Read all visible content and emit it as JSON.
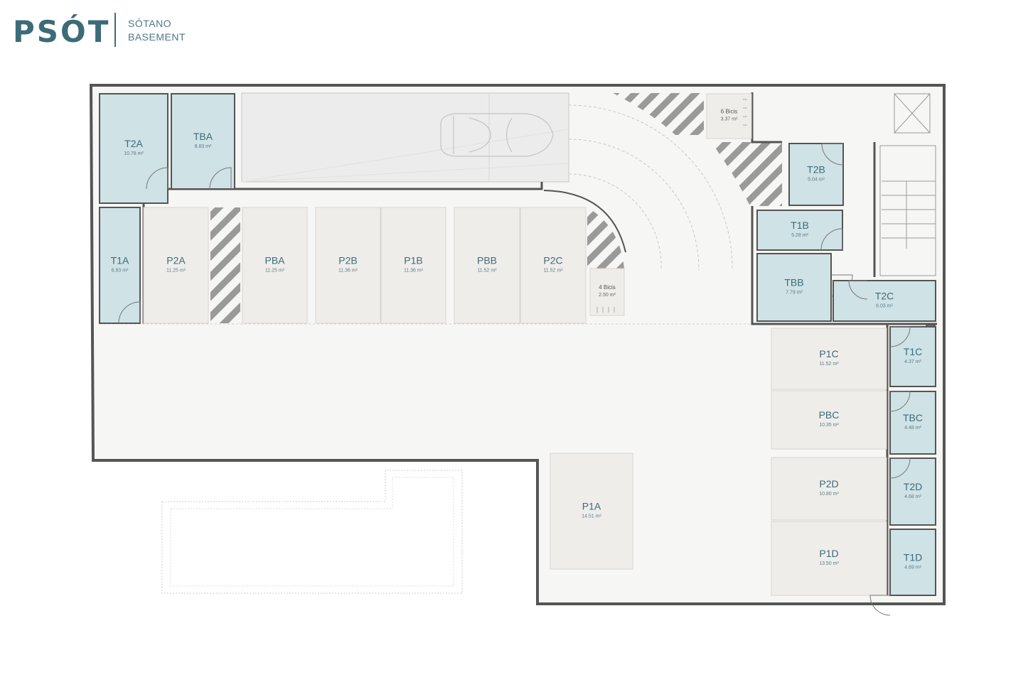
{
  "header": {
    "logo": "PSÓT",
    "subtitle_es": "SÓTANO",
    "subtitle_en": "BASEMENT"
  },
  "colors": {
    "storage": "#cfe2e6",
    "parking": "#efedea",
    "floor": "#f6f6f4",
    "wall": "#555555",
    "text": "#3d6b78"
  },
  "rooms": [
    {
      "id": "t2a",
      "name": "T2A",
      "area": "10.78 m²",
      "type": "storage"
    },
    {
      "id": "tba",
      "name": "TBA",
      "area": "8.83 m²",
      "type": "storage"
    },
    {
      "id": "t1a",
      "name": "T1A",
      "area": "6.83 m²",
      "type": "storage"
    },
    {
      "id": "p2a",
      "name": "P2A",
      "area": "11.25 m²",
      "type": "parking"
    },
    {
      "id": "pba",
      "name": "PBA",
      "area": "11.25 m²",
      "type": "parking"
    },
    {
      "id": "p2b",
      "name": "P2B",
      "area": "11.36 m²",
      "type": "parking"
    },
    {
      "id": "p1b",
      "name": "P1B",
      "area": "11.36 m²",
      "type": "parking"
    },
    {
      "id": "pbb",
      "name": "PBB",
      "area": "11.52 m²",
      "type": "parking"
    },
    {
      "id": "p2c",
      "name": "P2C",
      "area": "11.52 m²",
      "type": "parking"
    },
    {
      "id": "t2b",
      "name": "T2B",
      "area": "5.04 m²",
      "type": "storage"
    },
    {
      "id": "t1b",
      "name": "T1B",
      "area": "5.28 m²",
      "type": "storage"
    },
    {
      "id": "tbb",
      "name": "TBB",
      "area": "7.79 m²",
      "type": "storage"
    },
    {
      "id": "t2c",
      "name": "T2C",
      "area": "6.03 m²",
      "type": "storage"
    },
    {
      "id": "p1c",
      "name": "P1C",
      "area": "11.52 m²",
      "type": "parking"
    },
    {
      "id": "pbc",
      "name": "PBC",
      "area": "10.35 m²",
      "type": "parking"
    },
    {
      "id": "p2d",
      "name": "P2D",
      "area": "10.80 m²",
      "type": "parking"
    },
    {
      "id": "p1d",
      "name": "P1D",
      "area": "13.50 m²",
      "type": "parking"
    },
    {
      "id": "t1c",
      "name": "T1C",
      "area": "4.37 m²",
      "type": "storage"
    },
    {
      "id": "tbc",
      "name": "TBC",
      "area": "4.48 m²",
      "type": "storage"
    },
    {
      "id": "t2d",
      "name": "T2D",
      "area": "4.68 m²",
      "type": "storage"
    },
    {
      "id": "t1d",
      "name": "T1D",
      "area": "4.69 m²",
      "type": "storage"
    },
    {
      "id": "p1a",
      "name": "P1A",
      "area": "14.51 m²",
      "type": "parking"
    }
  ],
  "bike_areas": [
    {
      "id": "bike6",
      "name": "6 Bicis",
      "area": "3.37 m²"
    },
    {
      "id": "bike4",
      "name": "4 Bicis",
      "area": "2.50 m²"
    }
  ]
}
